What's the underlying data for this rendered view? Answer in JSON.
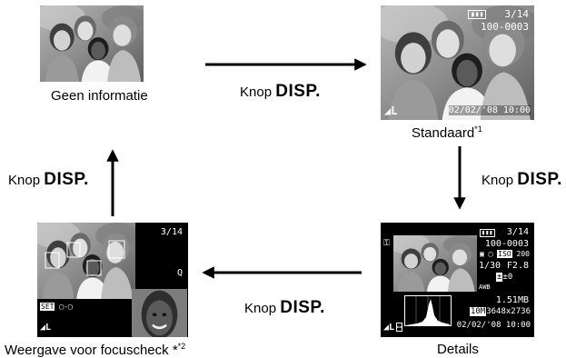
{
  "labels": {
    "screen1": "Geen informatie",
    "screen2": "Standaard",
    "screen2_note": "*1",
    "screen3": "Details",
    "screen4": "Weergave voor focuscheck",
    "screen4_note": "*2"
  },
  "button": {
    "knop": "Knop",
    "disp": "DISP."
  },
  "standard_osd": {
    "counter": "3/14",
    "file_no": "100-0003",
    "datetime": "02/02/'08  10:00"
  },
  "details_osd": {
    "counter": "3/14",
    "file_no": "100-0003",
    "iso": "ISO",
    "iso_value": "200",
    "shutter": "1/30",
    "aperture": "F2.8",
    "ev": "±0",
    "awb": "AWB",
    "filesize": "1.51MB",
    "resolution_badge": "10M",
    "resolution": "3648x2736",
    "datetime": "02/02/'08  10:00"
  },
  "focus_osd": {
    "counter": "3/14",
    "set": "SET",
    "magnify_icon": "magnify-icon"
  },
  "colors": {
    "arrow": "#000000",
    "screen_bg": "#000000",
    "osd_text": "#ffffff"
  }
}
